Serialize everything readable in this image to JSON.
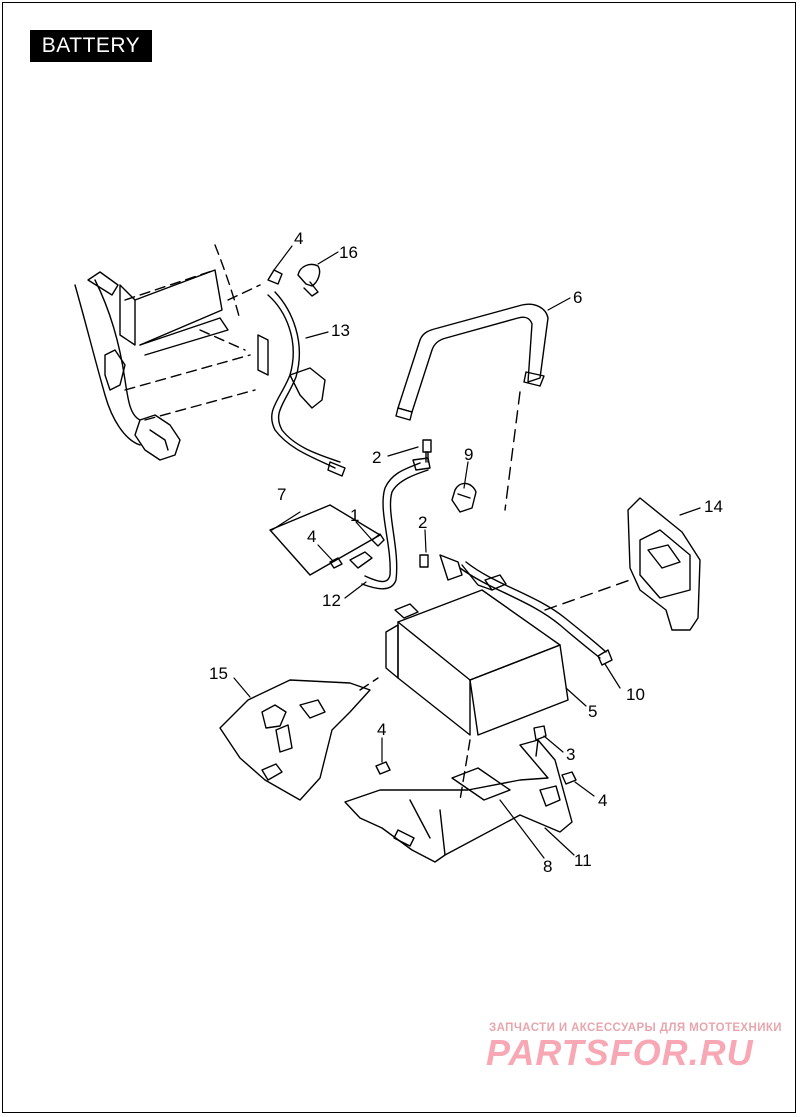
{
  "header": {
    "title": "BATTERY"
  },
  "callouts": [
    {
      "id": "c4a",
      "text": "4"
    },
    {
      "id": "c16",
      "text": "16"
    },
    {
      "id": "c13",
      "text": "13"
    },
    {
      "id": "c6",
      "text": "6"
    },
    {
      "id": "c2a",
      "text": "2"
    },
    {
      "id": "c9",
      "text": "9"
    },
    {
      "id": "c7",
      "text": "7"
    },
    {
      "id": "c1",
      "text": "1"
    },
    {
      "id": "c2b",
      "text": "2"
    },
    {
      "id": "c4b",
      "text": "4"
    },
    {
      "id": "c14",
      "text": "14"
    },
    {
      "id": "c12",
      "text": "12"
    },
    {
      "id": "c15",
      "text": "15"
    },
    {
      "id": "c10",
      "text": "10"
    },
    {
      "id": "c5",
      "text": "5"
    },
    {
      "id": "c4c",
      "text": "4"
    },
    {
      "id": "c3",
      "text": "3"
    },
    {
      "id": "c4d",
      "text": "4"
    },
    {
      "id": "c8",
      "text": "8"
    },
    {
      "id": "c11",
      "text": "11"
    }
  ],
  "watermark": {
    "subtitle": "ЗАПЧАСТИ И АКСЕССУАРЫ ДЛЯ МОТОТЕХНИКИ",
    "brand": "PARTSFOR.RU"
  }
}
